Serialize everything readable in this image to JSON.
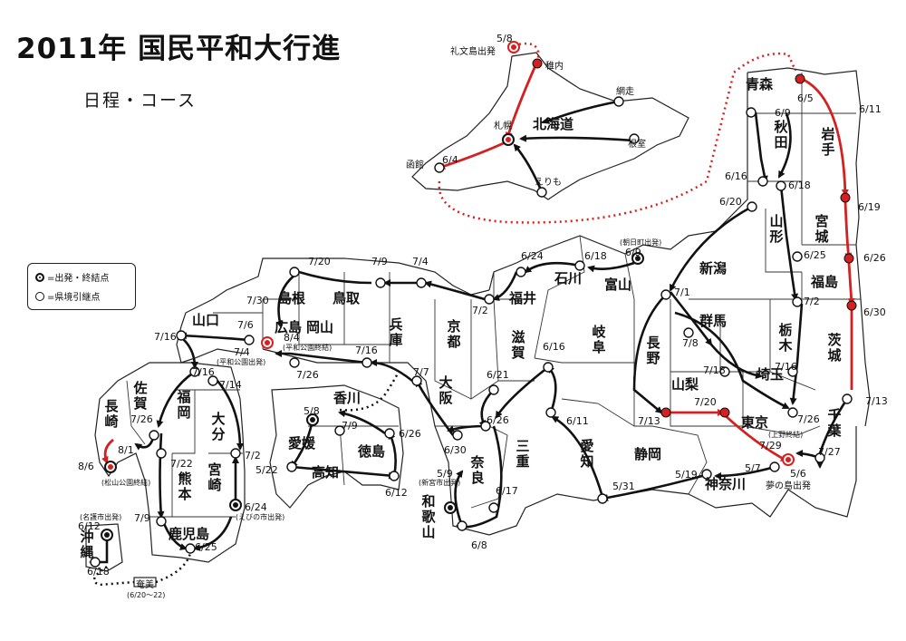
{
  "title": "2011年 国民平和大行進",
  "subtitle": "日程・コース",
  "legend": {
    "start_end": "=出発・終結点",
    "border": "=県境引継点"
  },
  "colors": {
    "route": "#111111",
    "highlight": "#d42020",
    "outline": "#222222"
  },
  "prefectures": {
    "hokkaido": "北海道",
    "aomori": "青森",
    "akita": "秋田",
    "iwate": "岩手",
    "yamagata": "山形",
    "miyagi": "宮城",
    "fukushima": "福島",
    "niigata": "新潟",
    "ibaraki": "茨城",
    "tochigi": "栃木",
    "gunma": "群馬",
    "saitama": "埼玉",
    "chiba": "千葉",
    "tokyo": "東京",
    "kanagawa": "神奈川",
    "yamanashi": "山梨",
    "nagano": "長野",
    "shizuoka": "静岡",
    "aichi": "愛知",
    "gifu": "岐阜",
    "toyama": "富山",
    "ishikawa": "石川",
    "fukui": "福井",
    "shiga": "滋賀",
    "mie": "三重",
    "nara": "奈良",
    "wakayama": "和歌山",
    "kyoto": "京都",
    "osaka": "大阪",
    "hyogo": "兵庫",
    "okayama": "岡山",
    "tottori": "鳥取",
    "shimane": "島根",
    "hiroshima": "広島",
    "yamaguchi": "山口",
    "kagawa": "香川",
    "tokushima": "徳島",
    "ehime": "愛媛",
    "kochi": "高知",
    "fukuoka": "福岡",
    "saga": "佐賀",
    "nagasaki": "長崎",
    "oita": "大分",
    "kumamoto": "熊本",
    "miyazaki": "宮崎",
    "kagoshima": "鹿児島",
    "okinawa": "沖縄"
  },
  "places": {
    "rebun": "礼文島出発",
    "wakkanai": "稚内",
    "abashiri": "網走",
    "sapporo": "札幌",
    "nemuro": "根室",
    "hakodate": "函館",
    "erimo": "えりも",
    "amami": "奄美"
  },
  "notes": {
    "asahi": "(朝日町出発)",
    "hiroshima_end": "(平和公園終結)",
    "hiroshima_start": "(平和公園出発)",
    "matsuyama": "(松山公園終結)",
    "ebino": "(えびの市出発)",
    "shingu": "(新宮市出発)",
    "nago": "(名護市出発)",
    "ueno": "(上野終結)",
    "yumenoshima": "夢の島出発",
    "amami_dates": "(6/20～22)"
  },
  "dates": {
    "d_5_8_rebun": "5/8",
    "d_6_4": "6/4",
    "d_6_5": "6/5",
    "d_6_9_tohoku": "6/9",
    "d_6_11_east": "6/11",
    "d_6_16": "6/16",
    "d_6_18_tohoku": "6/18",
    "d_6_19": "6/19",
    "d_6_20": "6/20",
    "d_6_25_tohoku": "6/25",
    "d_6_26_east": "6/26",
    "d_6_30_east": "6/30",
    "d_7_2_tohoku": "7/2",
    "d_7_13_east": "7/13",
    "d_7_1": "7/1",
    "d_7_8": "7/8",
    "d_7_18": "7/18",
    "d_7_16_kanto": "7/16",
    "d_7_13_nagano": "7/13",
    "d_7_20_kanto": "7/20",
    "d_7_26_kanto": "7/26",
    "d_7_29": "7/29",
    "d_7_27": "7/27",
    "d_5_7": "5/7",
    "d_5_6": "5/6",
    "d_5_19": "5/19",
    "d_5_31": "5/31",
    "d_6_11_gifu": "6/11",
    "d_6_9_asahi": "6/9",
    "d_6_18_hokuriku": "6/18",
    "d_6_24_hokuriku": "6/24",
    "d_7_2_kinki": "7/2",
    "d_7_4_kinki": "7/4",
    "d_7_9_kinki": "7/9",
    "d_7_20_kinki": "7/20",
    "d_7_30": "7/30",
    "d_7_6": "7/6",
    "d_8_4": "8/4",
    "d_7_4_hiro": "7/4",
    "d_7_16_kinki": "7/16",
    "d_7_26_kinki": "7/26",
    "d_7_7": "7/7",
    "d_6_16_shiga": "6/16",
    "d_6_21": "6/21",
    "d_6_26_kinki": "6/26",
    "d_6_30_kinki": "6/30",
    "d_6_17": "6/17",
    "d_5_9": "5/9",
    "d_6_8": "6/8",
    "d_5_8_shikoku": "5/8",
    "d_7_9_shikoku": "7/9",
    "d_6_26_shikoku": "6/26",
    "d_5_22": "5/22",
    "d_6_12_shikoku": "6/12",
    "d_7_16_kyushu_w": "7/16",
    "d_7_16_kyushu": "7/16",
    "d_7_14": "7/14",
    "d_7_26_kyushu": "7/26",
    "d_8_1": "8/1",
    "d_8_6": "8/6",
    "d_7_22": "7/22",
    "d_7_2_kyushu": "7/2",
    "d_6_24_kyushu": "6/24",
    "d_7_9_kyushu": "7/9",
    "d_6_25_kyushu": "6/25",
    "d_6_12_okinawa": "6/12",
    "d_6_18_okinawa": "6/18"
  }
}
